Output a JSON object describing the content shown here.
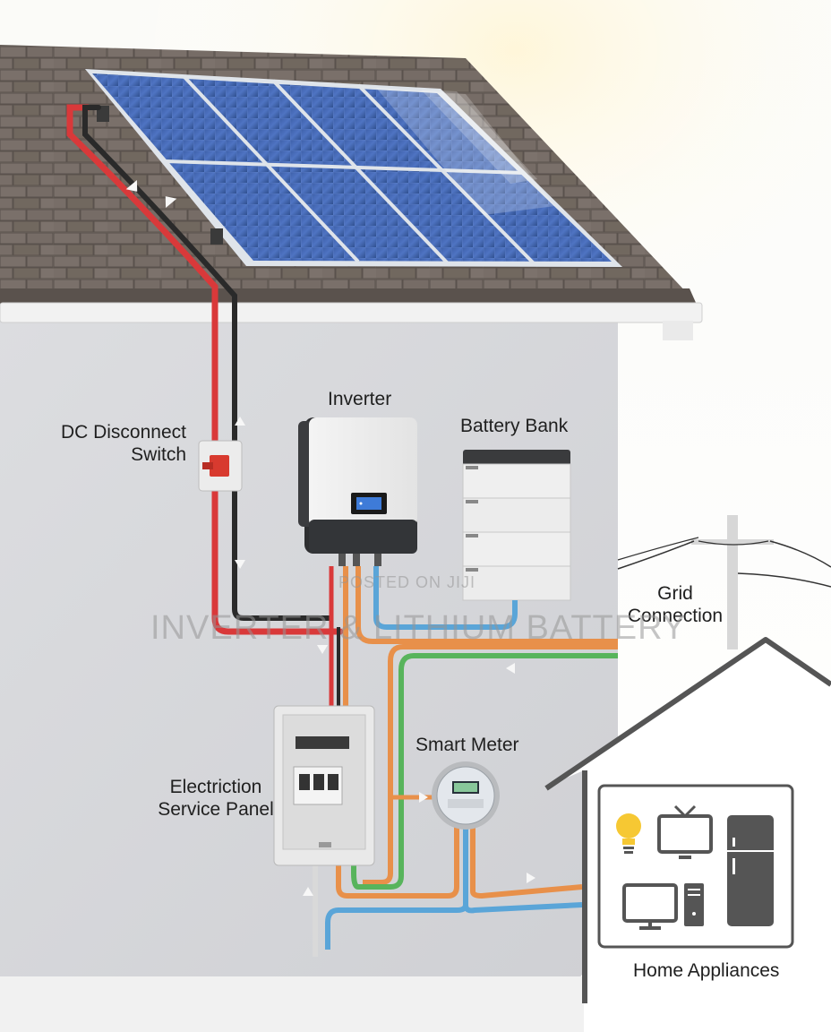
{
  "labels": {
    "inverter": "Inverter",
    "battery_bank": "Battery Bank",
    "dc_disconnect_line1": "DC Disconnect",
    "dc_disconnect_line2": "Switch",
    "grid_line1": "Grid",
    "grid_line2": "Connection",
    "smart_meter": "Smart Meter",
    "service_panel_line1": "Electriction",
    "service_panel_line2": "Service Panel",
    "home_appliances": "Home Appliances"
  },
  "watermark": {
    "posted": "POSTED ON JIJI",
    "title": "INVERTER & LITHIUM BATTERY"
  },
  "icons": [
    "lightbulb-icon",
    "tv-icon",
    "refrigerator-icon",
    "monitor-icon",
    "computer-tower-icon"
  ],
  "colors": {
    "dc_positive": "#d9393a",
    "dc_negative": "#2a2a2a",
    "ac_orange": "#e8904a",
    "ac_blue": "#5aa5d8",
    "ac_green": "#58b45c"
  }
}
